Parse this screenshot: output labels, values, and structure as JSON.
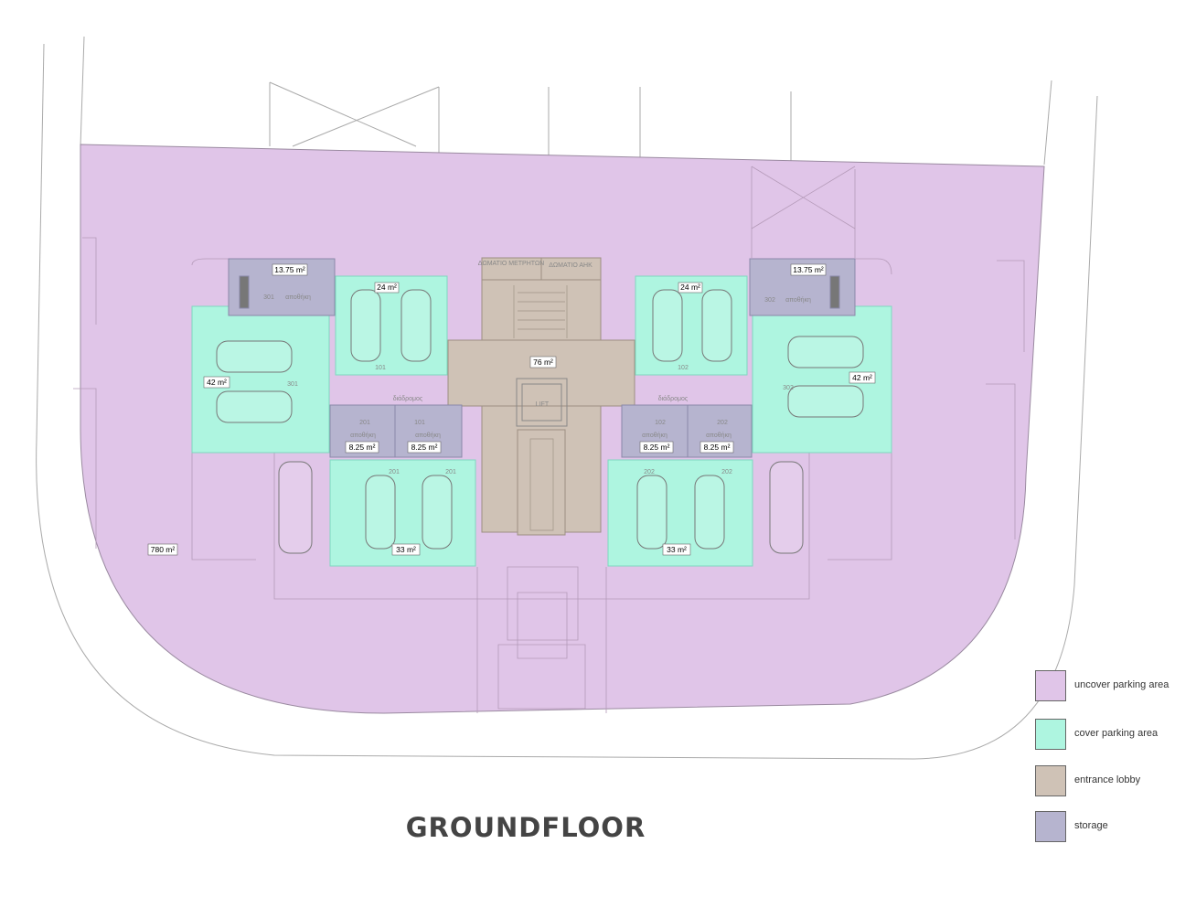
{
  "title": "GROUNDFLOOR",
  "colors": {
    "uncover": "#e0c5e8",
    "cover": "#aef5e0",
    "lobby": "#cfc2b6",
    "storage": "#b6b4cf"
  },
  "legend": [
    {
      "label": "uncover parking area",
      "color": "#e0c5e8"
    },
    {
      "label": "cover parking area",
      "color": "#aef5e0"
    },
    {
      "label": "entrance lobby",
      "color": "#cfc2b6"
    },
    {
      "label": "storage",
      "color": "#b6b4cf"
    }
  ],
  "areas": {
    "site": "780 m²",
    "lobby": "76 m²",
    "storage_301": "13.75 m²",
    "storage_302": "13.75 m²",
    "parking_101": "24 m²",
    "parking_102": "24 m²",
    "parking_301": "42 m²",
    "parking_302": "42 m²",
    "storage_201_left": "8.25 m²",
    "storage_101_left": "8.25 m²",
    "storage_102_right": "8.25 m²",
    "storage_202_right": "8.25 m²",
    "parking_201": "33 m²",
    "parking_202": "33 m²"
  },
  "labels": {
    "lift": "LIFT",
    "meter_room": "ΔΩΜΑΤΙΟ ΜΕΤΡΗΤΩΝ",
    "ahk_room": "ΔΩΜΑΤΙΟ ΑΗΚ",
    "storage_word": "αποθήκη",
    "corridor_word": "διάδρομος",
    "unit_101": "101",
    "unit_102": "102",
    "unit_201": "201",
    "unit_202": "202",
    "unit_301": "301",
    "unit_302": "302"
  }
}
